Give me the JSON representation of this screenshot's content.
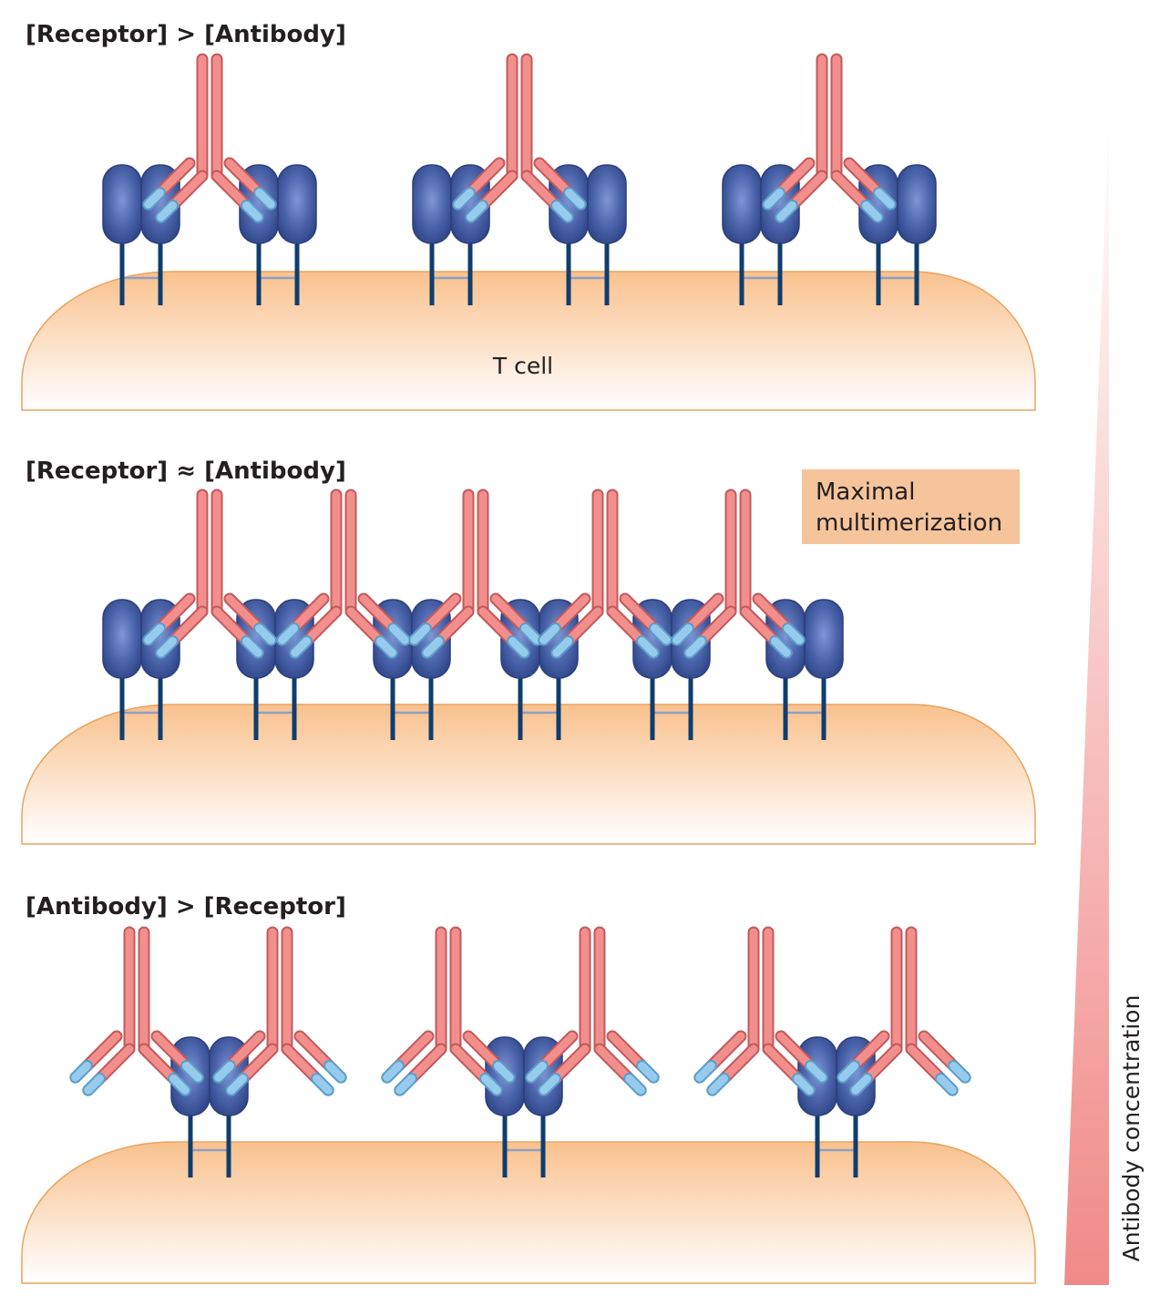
{
  "panels": [
    {
      "title": "[Receptor] > [Antibody]",
      "cell_label": "T cell"
    },
    {
      "title": "[Receptor] ≈ [Antibody]",
      "callout": {
        "line1": "Maximal",
        "line2": "multimerization"
      }
    },
    {
      "title": "[Antibody] > [Receptor]"
    }
  ],
  "gradient_bar": {
    "label": "Antibody concentration"
  },
  "colors": {
    "cell_fill_top": "#f9c18d",
    "cell_fill_bottom": "#ffffff",
    "cell_edge": "#e8a45e",
    "receptor": "#4a62a8",
    "receptor_stalk": "#0f3d6e",
    "antibody": "#f08a88",
    "antibody_tip": "#92c8ec",
    "callout_fill": "#f6c49a",
    "gradient_top": "#ffffff",
    "gradient_bottom": "#f08a88"
  }
}
